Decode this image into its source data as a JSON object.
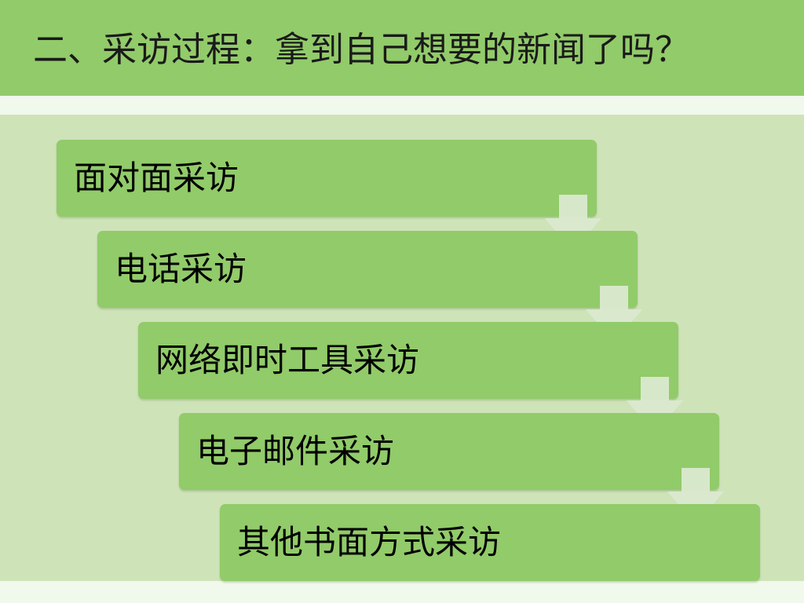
{
  "slide": {
    "title": "二、采访过程：拿到自己想要的新闻了吗？",
    "steps": [
      {
        "label": "面对面采访"
      },
      {
        "label": "电话采访"
      },
      {
        "label": "网络即时工具采访"
      },
      {
        "label": "电子邮件采访"
      },
      {
        "label": "其他书面方式采访"
      }
    ],
    "colors": {
      "header": "#92cb6a",
      "box": "#92cb6a",
      "panel": "#cfe3b9",
      "arrow": "#dbead0",
      "background": "#f1f8ec"
    }
  }
}
